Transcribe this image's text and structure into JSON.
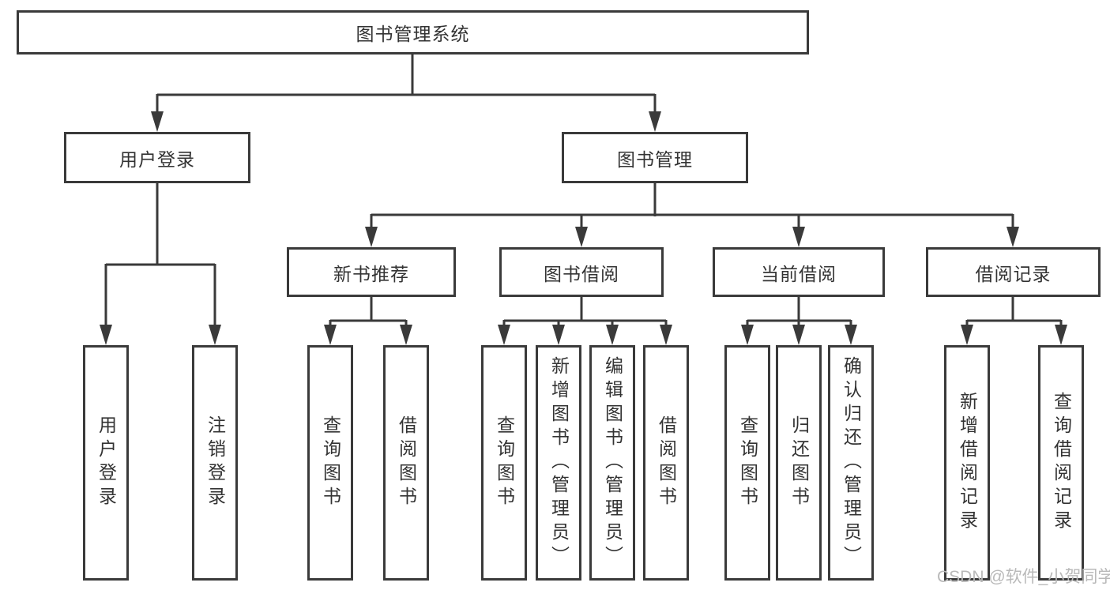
{
  "diagram": {
    "title": "图书管理系统",
    "l1": {
      "label": "图书管理系统"
    },
    "l2": [
      {
        "label": "用户登录"
      },
      {
        "label": "图书管理"
      }
    ],
    "l3": [
      {
        "label": "新书推荐"
      },
      {
        "label": "图书借阅"
      },
      {
        "label": "当前借阅"
      },
      {
        "label": "借阅记录"
      }
    ],
    "l4": [
      {
        "label": "用户登录",
        "parent": "用户登录"
      },
      {
        "label": "注销登录",
        "parent": "用户登录"
      },
      {
        "label": "查询图书",
        "parent": "新书推荐"
      },
      {
        "label": "借阅图书",
        "parent": "新书推荐"
      },
      {
        "label": "查询图书",
        "parent": "图书借阅"
      },
      {
        "label": "新增图书（管理员）",
        "parent": "图书借阅"
      },
      {
        "label": "编辑图书（管理员）",
        "parent": "图书借阅"
      },
      {
        "label": "借阅图书",
        "parent": "图书借阅"
      },
      {
        "label": "查询图书",
        "parent": "当前借阅"
      },
      {
        "label": "归还图书",
        "parent": "当前借阅"
      },
      {
        "label": "确认归还（管理员）",
        "parent": "当前借阅"
      },
      {
        "label": "新增借阅记录",
        "parent": "借阅记录"
      },
      {
        "label": "查询借阅记录",
        "parent": "借阅记录"
      }
    ]
  },
  "watermark": {
    "text": "CSDN @软件_小贺同学",
    "color": "#b9b9b9"
  },
  "colors": {
    "line": "#3a3a3a",
    "box_border": "#3a3a3a",
    "text": "#333333",
    "background": "#ffffff"
  }
}
